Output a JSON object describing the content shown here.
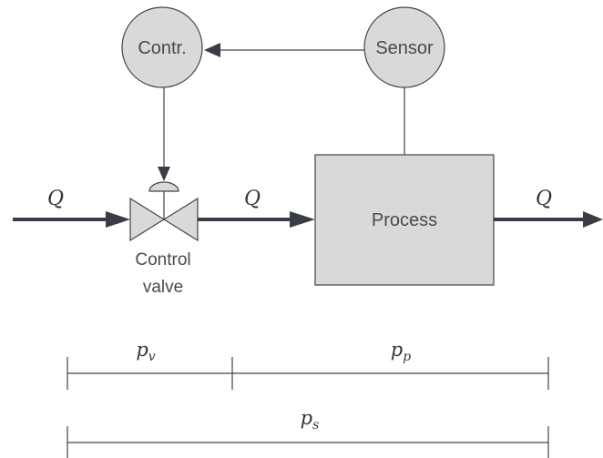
{
  "nodes": {
    "controller": "Contr.",
    "sensor": "Sensor",
    "process": "Process",
    "valve_line1": "Control",
    "valve_line2": "valve"
  },
  "flow": {
    "inlet": "Q",
    "middle": "Q",
    "outlet": "Q"
  },
  "pressure": {
    "valve": {
      "base": "p",
      "sub": "v"
    },
    "process": {
      "base": "p",
      "sub": "p"
    },
    "system": {
      "base": "p",
      "sub": "s"
    }
  },
  "colors": {
    "fill": "#d9d9d9",
    "stroke": "#333333",
    "pipe": "#3a3d45",
    "text": "#4a4a4a"
  }
}
